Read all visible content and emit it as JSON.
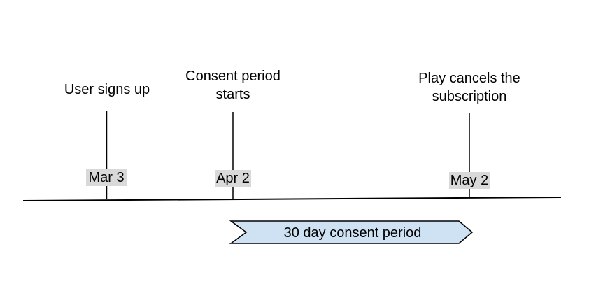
{
  "diagram": {
    "events": [
      {
        "label": "User signs up",
        "date": "Mar 3"
      },
      {
        "label": "Consent period starts",
        "date": "Apr 2"
      },
      {
        "label": "Play cancels the subscription",
        "date": "May 2"
      }
    ],
    "banner": {
      "label": "30 day consent period",
      "fill": "#cfe2f3",
      "stroke": "#000000"
    },
    "badge_bg": "#d9d9d9",
    "line_color": "#000000",
    "background": "#ffffff"
  }
}
